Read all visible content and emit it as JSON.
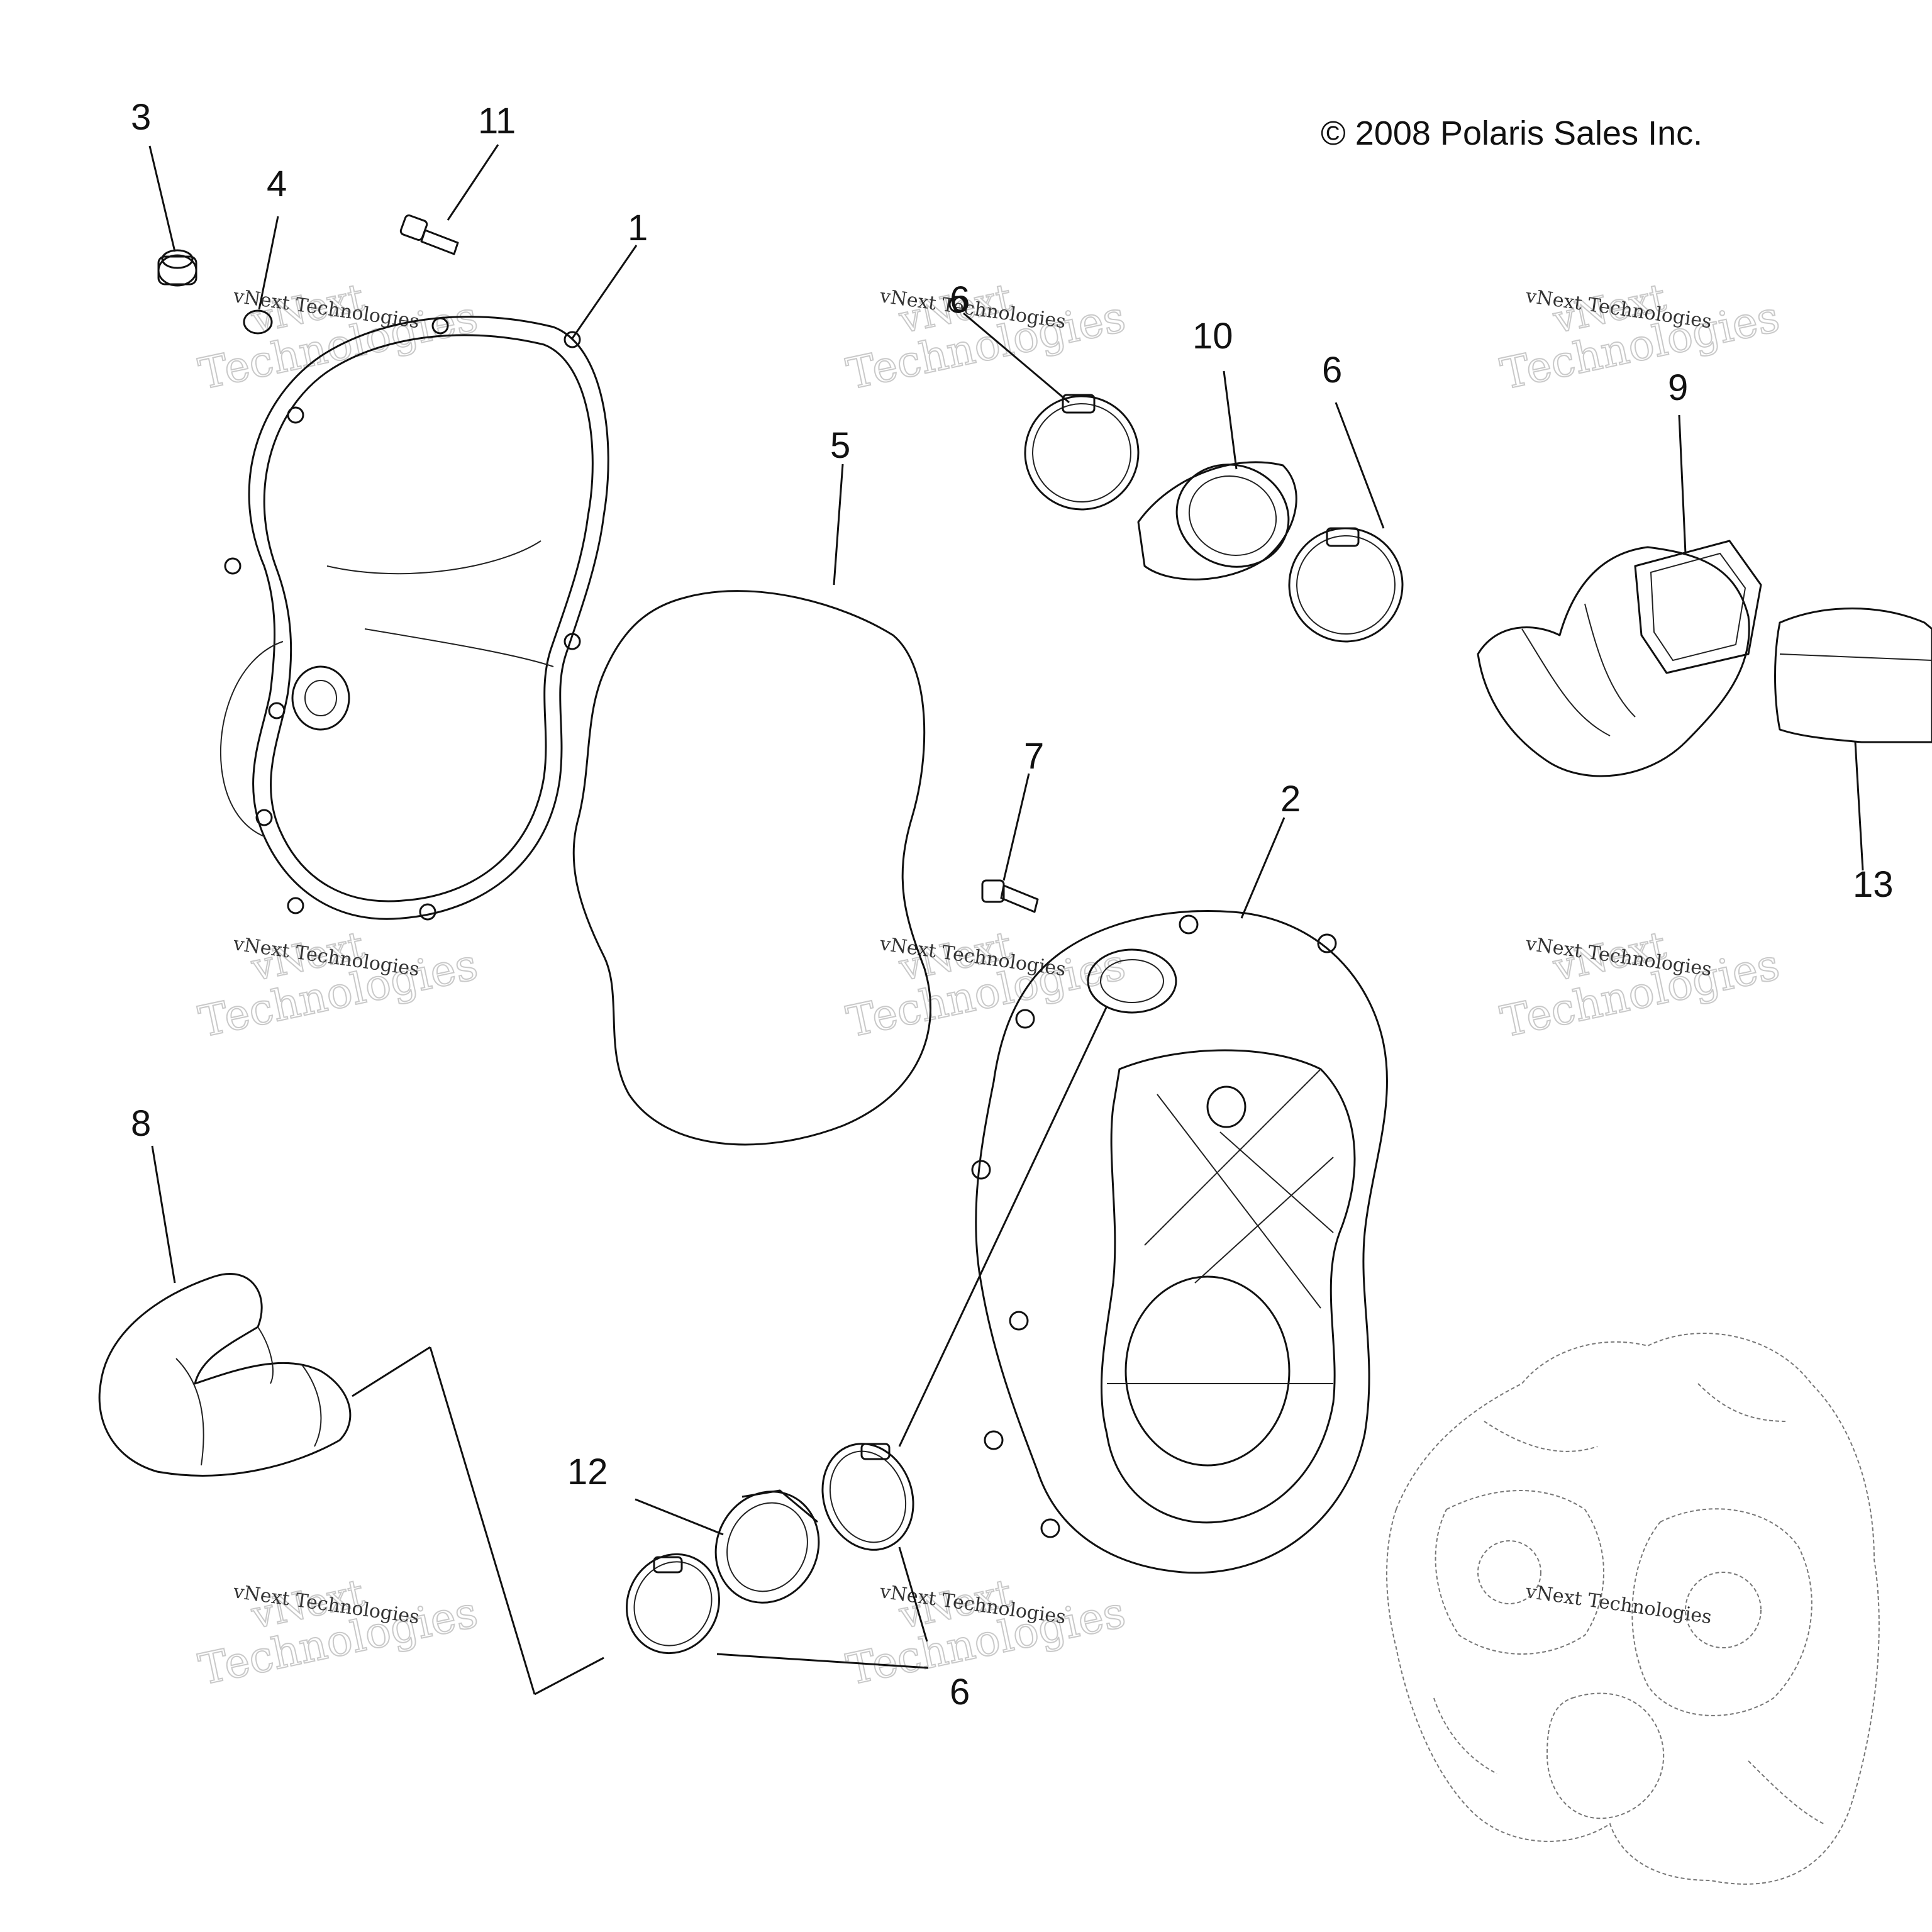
{
  "copyright": "© 2008 Polaris Sales Inc.",
  "callouts": [
    "3",
    "11",
    "4",
    "1",
    "6",
    "10",
    "6",
    "9",
    "5",
    "7",
    "2",
    "13",
    "8",
    "12",
    "6"
  ],
  "watermark": {
    "line1": "vNext",
    "line2": "Technologies",
    "small": "vNext Technologies"
  }
}
